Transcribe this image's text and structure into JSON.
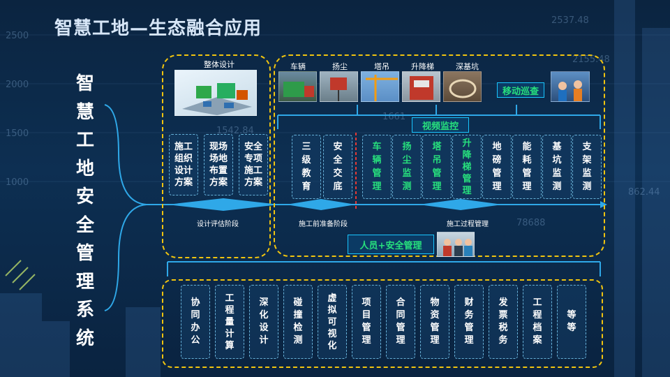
{
  "page": {
    "title": "智慧工地—生态融合应用"
  },
  "vertical_title": [
    "智",
    "慧",
    "工",
    "地",
    "安",
    "全",
    "管",
    "理",
    "系",
    "统"
  ],
  "background_numbers": [
    "2500",
    "2000",
    "1500",
    "1000",
    "2537.48",
    "2155.48",
    "1542.84",
    "1661",
    "862.44",
    "78688"
  ],
  "design_group": {
    "image_label": "整体设计",
    "cards": [
      "施工\n组织\n设计\n方案",
      "现场\n场地\n布置\n方案",
      "安全\n专项\n施工\n方案"
    ]
  },
  "monitor_group": {
    "camera_labels": [
      "车辆",
      "扬尘",
      "塔吊",
      "升降梯",
      "深基坑"
    ],
    "mobile_patrol": "移动巡查",
    "video_monitor": "视频监控",
    "prep_cards": [
      "三\n级\n教\n育",
      "安\n全\n交\n底"
    ],
    "process_cards_green": [
      "车\n辆\n管\n理",
      "扬\n尘\n监\n测",
      "塔\n吊\n管\n理",
      "升\n降\n梯\n管\n理"
    ],
    "process_cards_white": [
      "地\n磅\n管\n理",
      "能\n耗\n管\n理",
      "基\n坑\n监\n测",
      "支\n架\n监\n测"
    ],
    "people_safety": "人员+安全管理"
  },
  "stages": [
    "设计评估阶段",
    "施工前准备阶段",
    "施工过程管理"
  ],
  "bottom_cards": [
    "协\n同\n办\n公",
    "工\n程\n量\n计\n算",
    "深\n化\n设\n计",
    "碰\n撞\n检\n测",
    "虚\n拟\n可\n视\n化",
    "项\n目\n管\n理",
    "合\n同\n管\n理",
    "物\n资\n管\n理",
    "财\n务\n管\n理",
    "发\n票\n税\n务",
    "工\n程\n档\n案",
    "等\n等"
  ],
  "colors": {
    "accent_green": "#27e07d",
    "dashed_yellow": "#f1c40f",
    "line_blue": "#2fa8e8"
  }
}
